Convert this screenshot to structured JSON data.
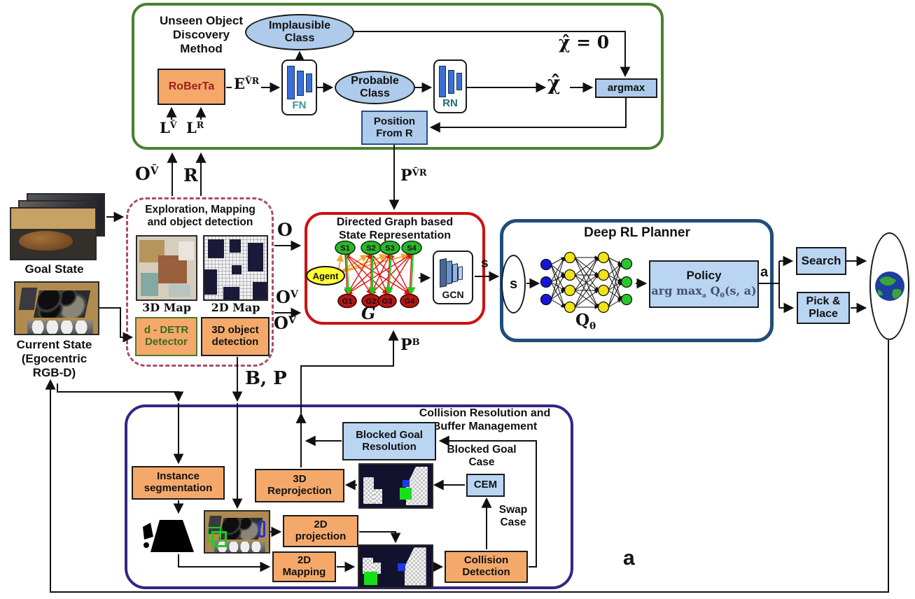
{
  "colors": {
    "orange": "#f4a96b",
    "light_blue": "#aecbeb",
    "policy_blue": "#b9d5f2",
    "green_border": "#4a8030",
    "red_border": "#cc1111",
    "navy_border": "#1f4e79",
    "purple_border": "#372483",
    "pink_dashed": "#a84d6e",
    "s_node_green": "#2db52d",
    "g_node_red": "#b51515",
    "agent_yellow": "#ffff33"
  },
  "top": {
    "title_lines": [
      "Unseen Object",
      "Discovery",
      "Method"
    ],
    "roberta": "RoBerTa",
    "e_label": {
      "base": "E",
      "sup": "V̄R"
    },
    "fn": "FN",
    "rn": "RN",
    "implausible": "Implausible Class",
    "probable": "Probable Class",
    "chi_eq": "χ̂ = 0",
    "chi": "χ̂",
    "argmax": "argmax",
    "position_from_r": [
      "Position",
      "From R"
    ],
    "l_v": {
      "base": "L",
      "sup": "V̄"
    },
    "l_r": {
      "base": "L",
      "sup": "R"
    }
  },
  "left": {
    "goal_state": "Goal State",
    "current_state": [
      "Current State",
      "(Egocentric",
      "RGB-D)"
    ]
  },
  "exploration": {
    "title_lines": [
      "Exploration, Mapping",
      "and object detection"
    ],
    "map3d": "3D Map",
    "map2d": "2D Map",
    "ddetr": [
      "d - DETR",
      "Detector"
    ],
    "obj3d": [
      "3D object",
      "detection"
    ]
  },
  "io_labels": {
    "o_vbar_top": {
      "base": "O",
      "sup": "V̄"
    },
    "r_top": "R",
    "o": "O",
    "o_v": {
      "base": "O",
      "sup": "V"
    },
    "o_vbar": {
      "base": "O",
      "sup": "V̄"
    },
    "p_vr": {
      "base": "P",
      "sup": "V̄R"
    },
    "p_b": {
      "base": "P",
      "sup": "B"
    },
    "b_p": "B, P",
    "a_bottom": "a"
  },
  "graph": {
    "title_lines": [
      "Directed Graph based",
      "State Representation"
    ],
    "agent": "Agent",
    "s_nodes": [
      "S1",
      "S2",
      "S3",
      "S4"
    ],
    "g_nodes": [
      "G1",
      "G2",
      "G3",
      "G4"
    ],
    "g_label": "G",
    "gcn": "GCN",
    "s_out": "s"
  },
  "planner": {
    "title": "Deep RL Planner",
    "s_in": "s",
    "q": {
      "base": "Q",
      "sub": "θ"
    },
    "policy_title": "Policy",
    "formula": {
      "pre": "arg max",
      "presub": "a",
      "q": "Q",
      "qsub": "θ",
      "rest": "(s, a)"
    },
    "a_out": "a"
  },
  "actions": {
    "search": "Search",
    "pick_place": [
      "Pick &",
      "Place"
    ]
  },
  "collision": {
    "title_lines": [
      "Collision Resolution and",
      "Buffer Management"
    ],
    "instance_seg": [
      "Instance",
      "segmentation"
    ],
    "reproj3d": [
      "3D",
      "Reprojection"
    ],
    "blocked_goal_res": [
      "Blocked Goal",
      "Resolution"
    ],
    "blocked_goal_case": [
      "Blocked Goal",
      "Case"
    ],
    "cem": "CEM",
    "swap_case": [
      "Swap",
      "Case"
    ],
    "proj2d": [
      "2D",
      "projection"
    ],
    "mapping2d": [
      "2D",
      "Mapping"
    ],
    "collision_det": [
      "Collision",
      "Detection"
    ]
  }
}
